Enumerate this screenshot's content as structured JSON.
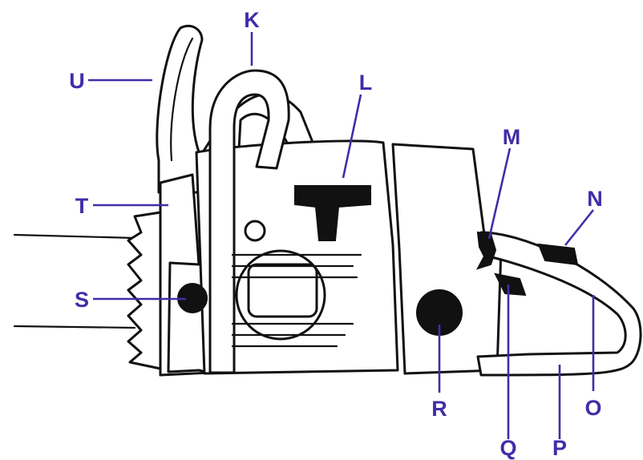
{
  "colors": {
    "label": "#3f2ea8",
    "line": "#111111",
    "background": "#ffffff"
  },
  "labels": {
    "K": "K",
    "L": "L",
    "M": "M",
    "N": "N",
    "O": "O",
    "P": "P",
    "Q": "Q",
    "R": "R",
    "S": "S",
    "T": "T",
    "U": "U"
  }
}
